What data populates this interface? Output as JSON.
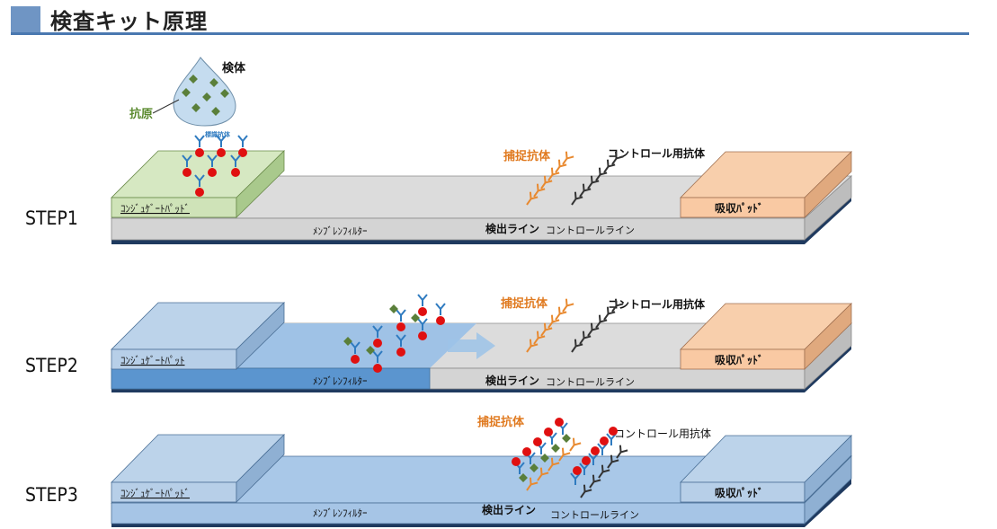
{
  "title": "検査キット原理",
  "steps": [
    {
      "label": "STEP1",
      "conjugate_pad": "ｺﾝｼﾞｭｹﾞｰﾄﾊﾟｯﾄﾞ",
      "membrane": "ﾒﾝﾌﾞﾚﾝﾌｨﾙﾀｰ",
      "test_line": "検出ライン",
      "control_line": "コントロールライン",
      "absorbent_pad": "吸収ﾊﾟｯﾄﾞ",
      "capture_antibody": "捕捉抗体",
      "control_antibody": "コントロール用抗体",
      "sample": "検体",
      "antigen": "抗原",
      "labeled_antibody": "標識抗体"
    },
    {
      "label": "STEP2",
      "conjugate_pad": "ｺﾝｼﾞｭｹﾞｰﾄﾊﾟｯﾄ",
      "membrane": "ﾒﾝﾌﾞﾚﾝﾌｨﾙﾀｰ",
      "test_line": "検出ライン",
      "control_line": "コントロールライン",
      "absorbent_pad": "吸収ﾊﾟｯﾄﾞ",
      "capture_antibody": "捕捉抗体",
      "control_antibody": "コントロール用抗体"
    },
    {
      "label": "STEP3",
      "conjugate_pad": "ｺﾝｼﾞｭｹﾞｰﾄﾊﾟｯﾄﾞ",
      "membrane": "ﾒﾝﾌﾞﾚﾝﾌｨﾙﾀｰ",
      "test_line": "検出ライン",
      "control_line": "コントロールライン",
      "absorbent_pad": "吸収ﾊﾟｯﾄﾞ",
      "capture_antibody": "捕捉抗体",
      "control_antibody": "コントロール用抗体"
    }
  ],
  "colors": {
    "header_bar": "#6f95c4",
    "header_rule": "#4a78b0",
    "membrane": "#d8d8d8",
    "membrane_wet": "#5b95cf",
    "conjugate_pad_step1": "#cfe3b8",
    "pad_blue": "#b7cfe8",
    "absorbent_pad": "#f9c9a3",
    "base_dark": "#1f3a5f",
    "gold_particle": "#e01010",
    "antigen": "#5a7f3a",
    "labeled_antibody": "#2f7bc0",
    "capture_antibody": "#e8892f",
    "control_antibody": "#333333",
    "capture_label": "#e07a20",
    "antigen_label": "#5a8a2e"
  }
}
